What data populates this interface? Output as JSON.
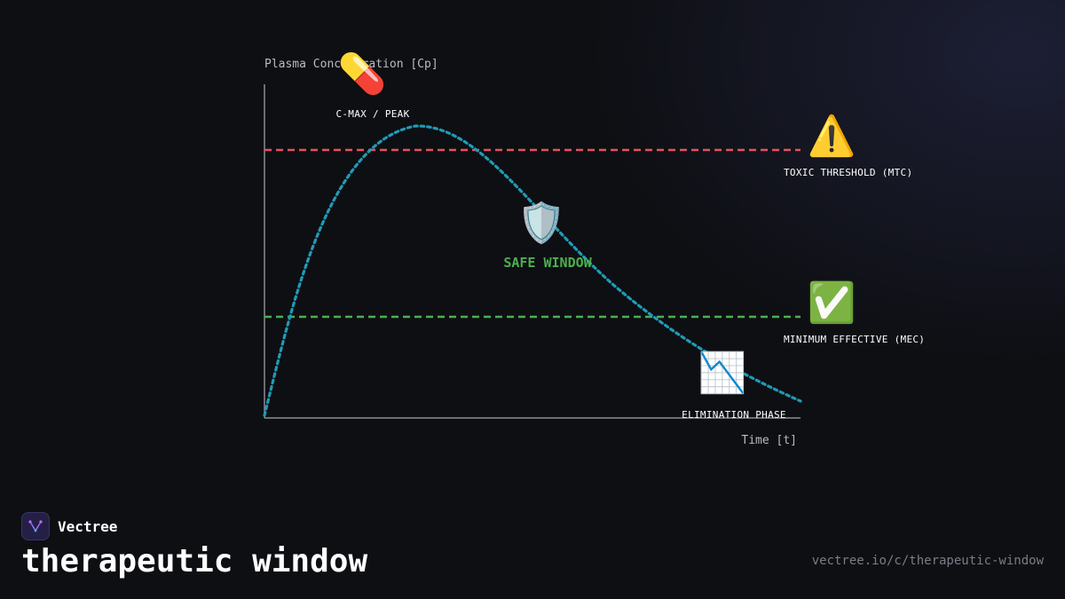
{
  "diagram": {
    "y_axis_label": "Plasma Concentration [Cp]",
    "x_axis_label": "Time [t]",
    "peak": {
      "icon": "pill-icon",
      "glyph": "💊",
      "label": "C-MAX / PEAK"
    },
    "toxic": {
      "icon": "warning-icon",
      "glyph": "⚠️",
      "label": "TOXIC THRESHOLD (MTC)",
      "color": "#e8505b"
    },
    "minimum": {
      "icon": "check-icon",
      "glyph": "✅",
      "label": "MINIMUM EFFECTIVE (MEC)",
      "color": "#4caf50"
    },
    "safe": {
      "icon": "shield-icon",
      "glyph": "🛡️",
      "label": "SAFE WINDOW",
      "color": "#4caf50"
    },
    "elimination": {
      "icon": "chart-decreasing-icon",
      "glyph": "📉",
      "label": "ELIMINATION PHASE"
    },
    "curve_color": "#1f9bb5"
  },
  "footer": {
    "brand": "Vectree",
    "title": "therapeutic window",
    "url": "vectree.io/c/therapeutic-window"
  }
}
